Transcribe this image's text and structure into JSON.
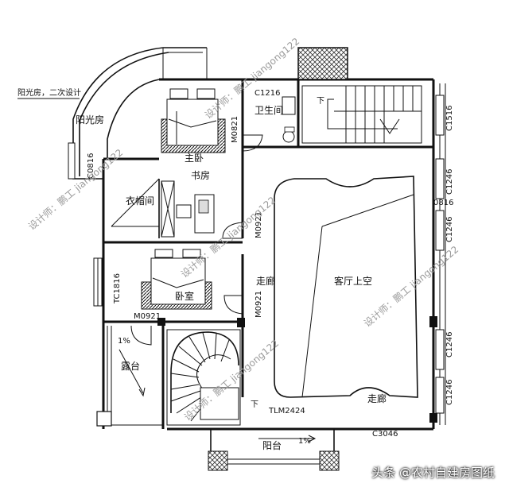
{
  "rooms": {
    "sunroom": "阳光房",
    "sunroom_note": "阳光房，二次设计",
    "master_bedroom": "主卧",
    "bathroom": "卫生间",
    "study": "书房",
    "cloakroom": "衣帽间",
    "bedroom": "卧室",
    "corridor_left": "走廊",
    "living_void": "客厅上空",
    "corridor_bottom": "走廊",
    "terrace": "露台",
    "balcony": "阳台"
  },
  "codes": {
    "c1216": "C1216",
    "c1516": "C1516",
    "c0816": "C0816",
    "m0821": "M0821",
    "c1246_a": "C1246",
    "c1246_b": "C1246",
    "c1246_c": "C1246",
    "c1246_d": "C1246",
    "m0921_a": "M0921",
    "m0921_b": "M0921",
    "m0921_c": "M0921",
    "tc1816": "TC1816",
    "tlm2424": "TLM2424",
    "c3046": "C3046",
    "c0816_side": "0816"
  },
  "slopes": {
    "terrace": "1%",
    "balcony": "1%"
  },
  "stair_marks": {
    "down_main": "下",
    "down_spiral": "下"
  },
  "watermarks": {
    "w1": "设计师：鹏工  jiangong122",
    "w2": "设计师：鹏工  jiangong122",
    "w3": "设计师：鹏工  jiangong122",
    "w4": "设计师：鹏工  jiangong122",
    "w5": "设计师：鹏工  jiangong122"
  },
  "footer": "头条 @农村自建房图纸"
}
